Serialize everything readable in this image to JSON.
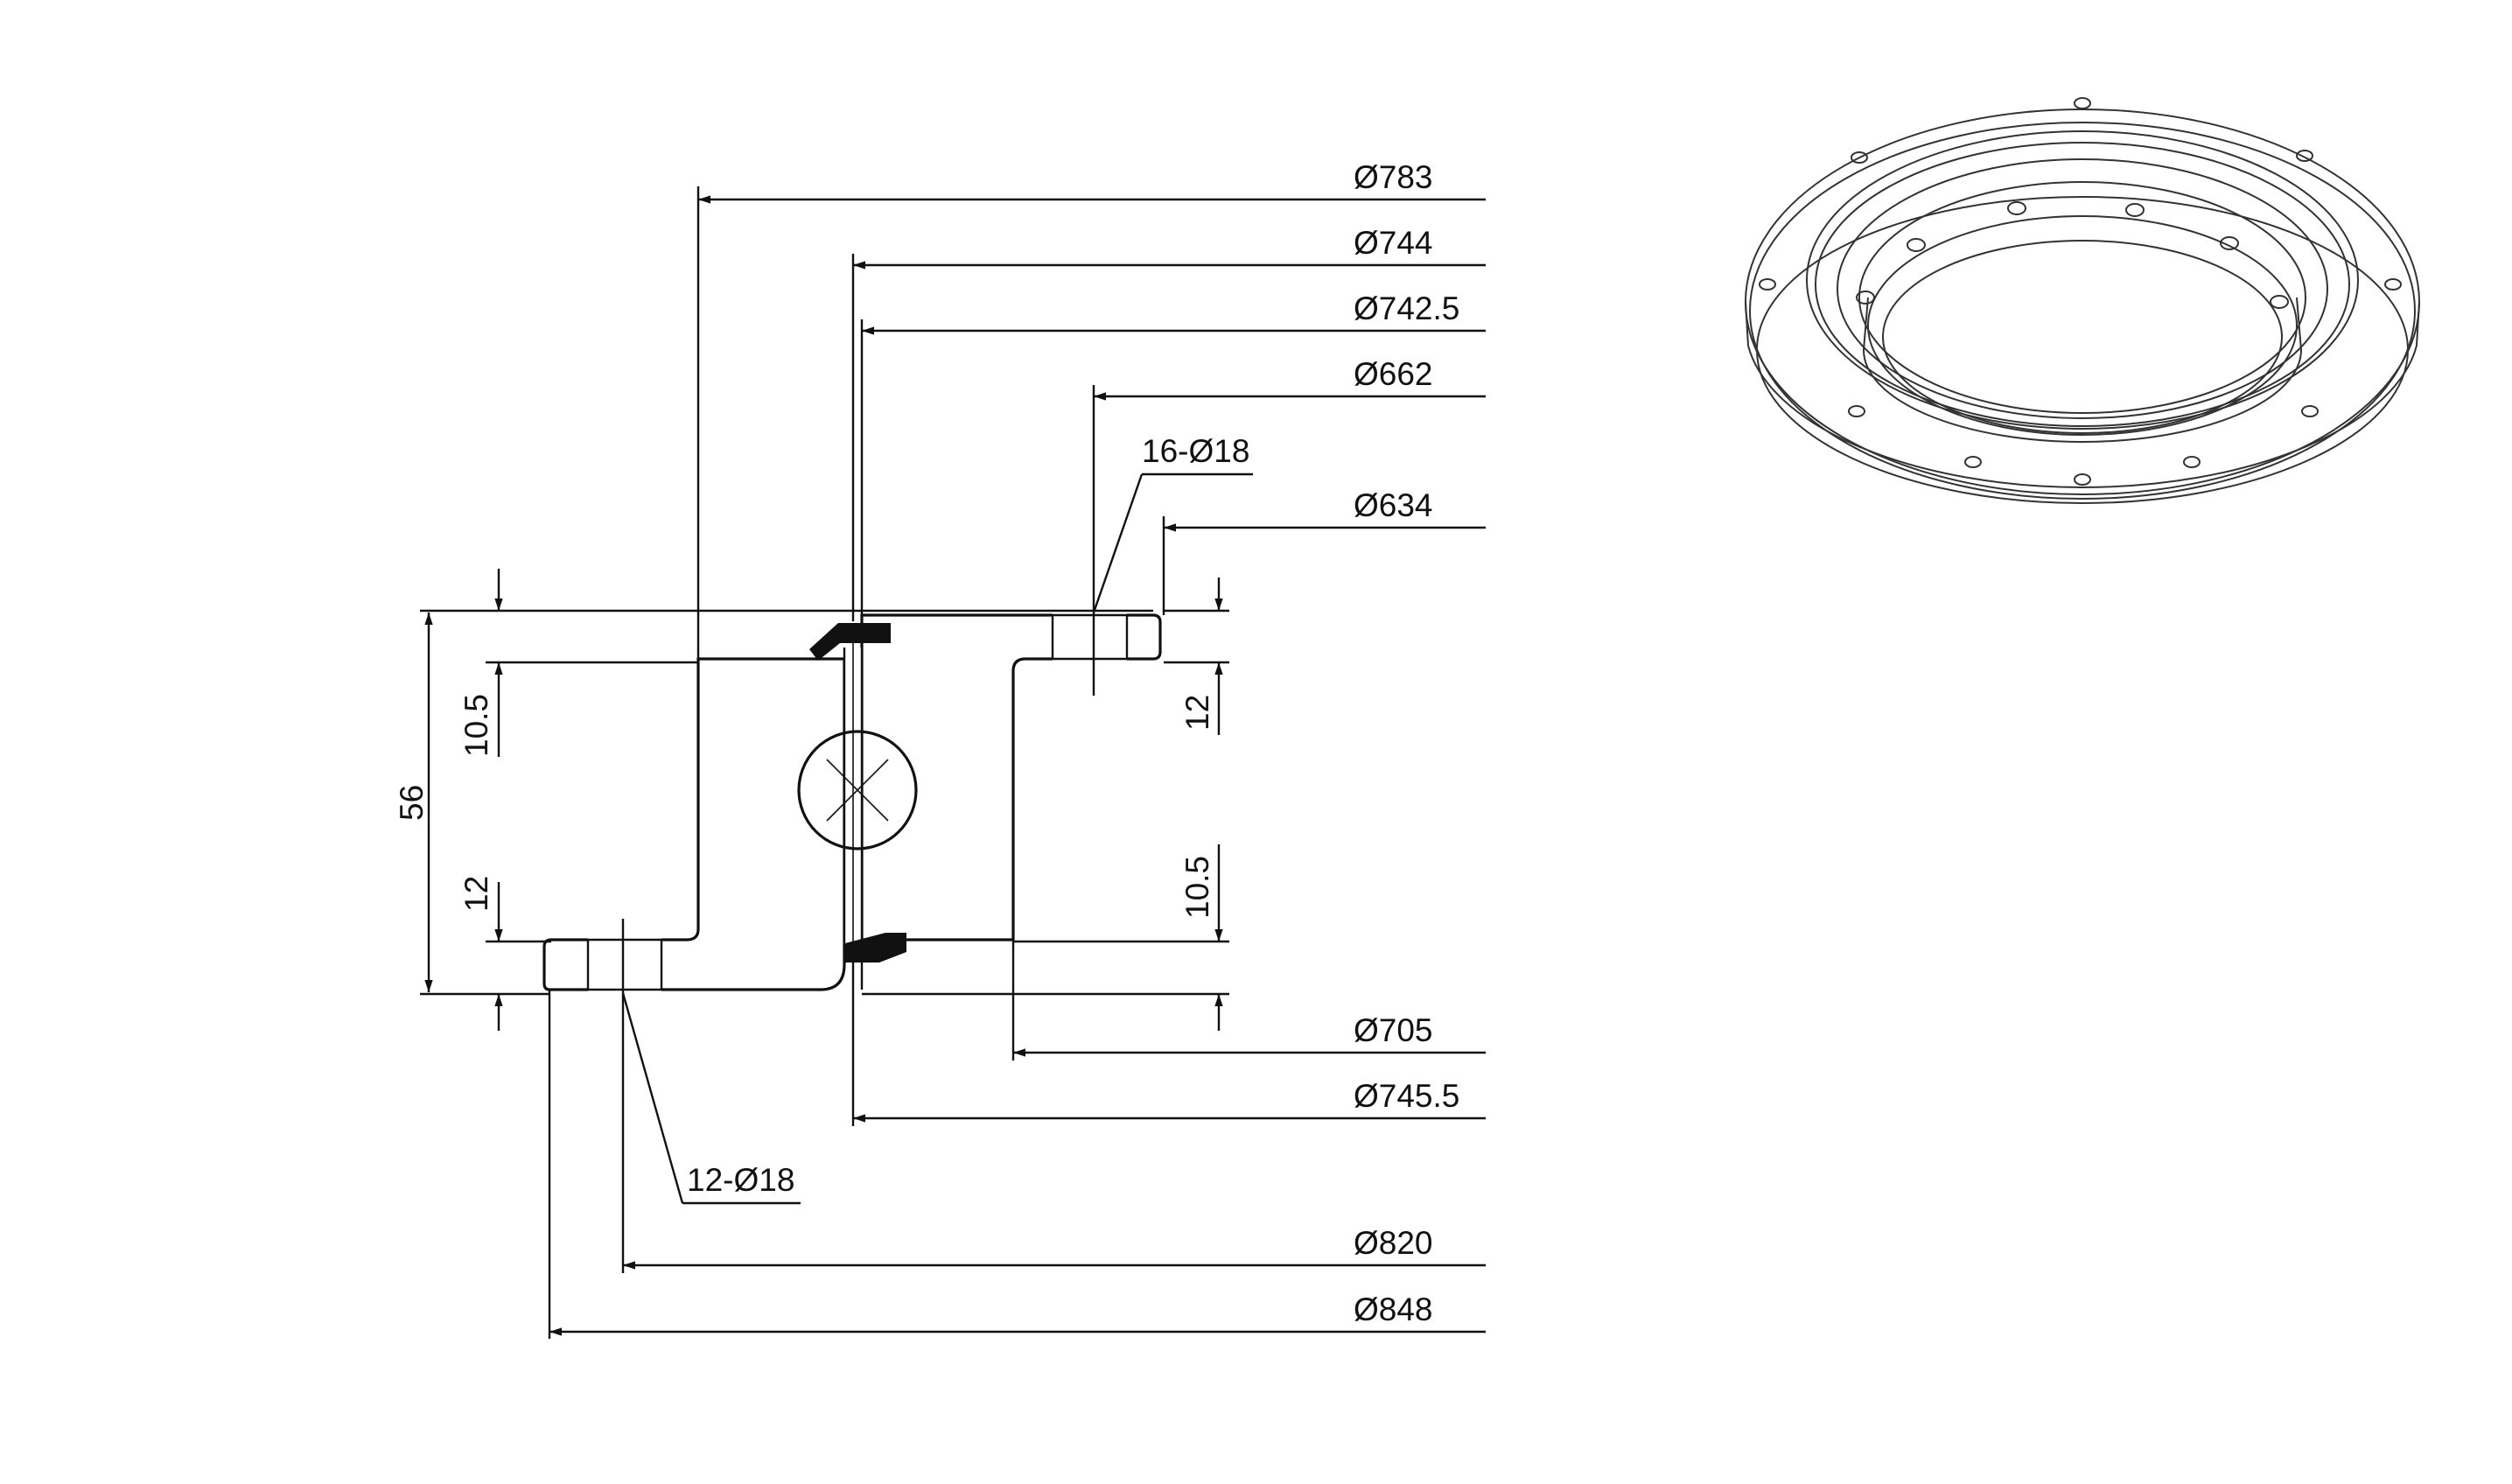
{
  "dimensions": {
    "d783": "Ø783",
    "d744": "Ø744",
    "d742_5": "Ø742.5",
    "d662": "Ø662",
    "holes_top": "16-Ø18",
    "d634": "Ø634",
    "d705": "Ø705",
    "d745_5": "Ø745.5",
    "holes_bottom": "12-Ø18",
    "d820": "Ø820",
    "d848": "Ø848",
    "h56": "56",
    "h10_5_left": "10.5",
    "h12_left": "12",
    "h12_right": "12",
    "h10_5_right": "10.5"
  },
  "colors": {
    "line": "#111111",
    "background": "#ffffff"
  }
}
